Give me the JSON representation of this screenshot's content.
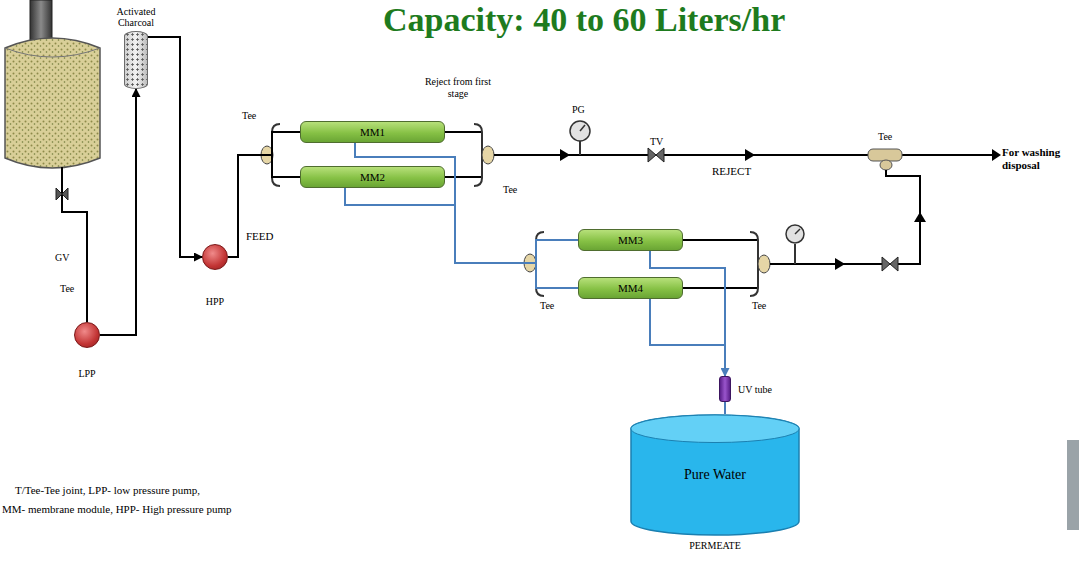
{
  "diagram": {
    "title": "Capacity: 40 to 60 Liters/hr",
    "nodes": [
      {
        "text": [
          "Activated Charcoal"
        ]
      },
      {
        "text": [
          "MM1"
        ]
      },
      {
        "text": [
          "MM2"
        ]
      },
      {
        "text": [
          "MM3"
        ]
      },
      {
        "text": [
          "MM4"
        ]
      },
      {
        "text": [
          "LPP"
        ]
      },
      {
        "text": [
          "HPP"
        ]
      },
      {
        "text": [
          "UV tube"
        ]
      },
      {
        "text": [
          "Pure Water",
          "PERMEATE"
        ]
      }
    ],
    "edges": [
      {
        "from": 5,
        "to": 0,
        "arrow": "to"
      },
      {
        "from": 0,
        "to": 6,
        "arrow": "to"
      },
      {
        "from": 6,
        "to": 1,
        "arrow": "none"
      },
      {
        "from": 6,
        "to": 2,
        "arrow": "none"
      },
      {
        "from": 1,
        "to": 3,
        "arrow": "none"
      },
      {
        "from": 1,
        "to": 4,
        "arrow": "none"
      },
      {
        "from": 2,
        "to": 3,
        "arrow": "none"
      },
      {
        "from": 2,
        "to": 4,
        "arrow": "none"
      },
      {
        "from": 3,
        "to": 7,
        "arrow": "to"
      },
      {
        "from": 4,
        "to": 7,
        "arrow": "none"
      },
      {
        "from": 7,
        "to": 8,
        "arrow": "none"
      }
    ],
    "labels": [
      "Tee",
      "GV",
      "Tee",
      "FEED",
      "Reject from first stage",
      "Tee",
      "PG",
      "TV",
      "REJECT",
      "Tee",
      "For washing disposal",
      "Tee",
      "Tee",
      "T/Tee-Tee joint, LPP- low pressure pump,",
      "MM- membrane module, HPP- High pressure pump"
    ]
  }
}
